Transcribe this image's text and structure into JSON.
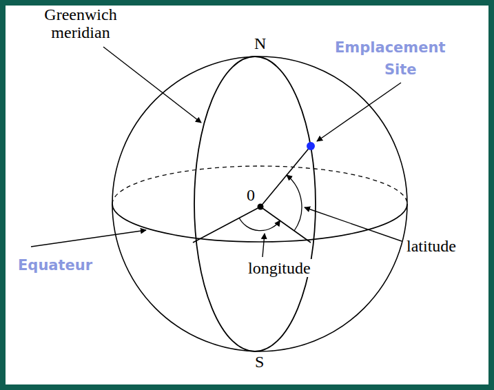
{
  "diagram": {
    "labels": [
      "Greenwich meridian",
      "N",
      "Emplacement",
      "Site",
      "0",
      "latitude",
      "longitude",
      "Equateur",
      "S"
    ]
  }
}
